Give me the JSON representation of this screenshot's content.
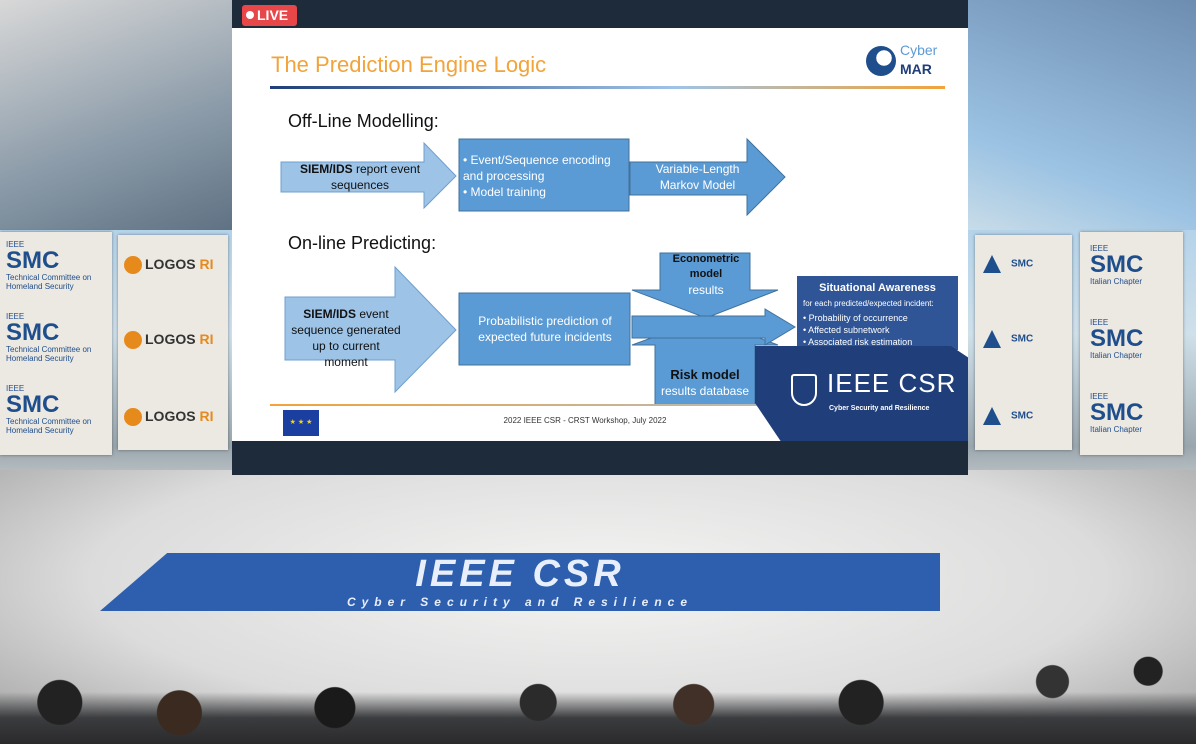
{
  "live_badge": "LIVE",
  "slide": {
    "title": "The Prediction Engine Logic",
    "logo": {
      "line1": "Cyber",
      "line2": "MAR"
    },
    "offline": {
      "heading": "Off-Line Modelling:",
      "input_bold": "SIEM/IDS",
      "input_rest": " report event sequences",
      "process_items": [
        "Event/Sequence encoding and processing",
        "Model training"
      ],
      "output": "Variable-Length Markov Model"
    },
    "online": {
      "heading": "On-line Predicting:",
      "input_bold": "SIEM/IDS",
      "input_rest": " event sequence generated up to current moment",
      "process": "Probabilistic prediction of expected future incidents",
      "econometric_bold": "Econometric model",
      "econometric_rest": "results",
      "risk_bold": "Risk model",
      "risk_rest": "results database",
      "sa_title": "Situational Awareness",
      "sa_sub": "for each predicted/expected incident:",
      "sa_items": [
        "Probability of occurrence",
        "Affected subnetwork",
        "Associated risk estimation"
      ]
    },
    "footer": "2022 IEEE CSR - CRST Workshop, July 2022"
  },
  "overlay": {
    "brand": "IEEE CSR",
    "tagline": "Cyber Security and Resilience"
  },
  "banners": {
    "smc_committee": {
      "ieee": "IEEE",
      "name": "SMC",
      "sub": "Technical Committee on Homeland Security"
    },
    "logos": {
      "name": "LOGOS",
      "suffix": "RI"
    },
    "smc_small": "SMC",
    "smc_italy": {
      "ieee": "IEEE",
      "name": "SMC",
      "sub": "Italian Chapter"
    }
  },
  "floor_logo": {
    "brand": "IEEE CSR",
    "tagline": "Cyber Security and Resilience"
  },
  "colors": {
    "live": "#e8474a",
    "title": "#f2a33a",
    "arrow_light": "#9dc3e6",
    "arrow": "#5b9bd5",
    "dark_blue": "#1f3e7a"
  }
}
